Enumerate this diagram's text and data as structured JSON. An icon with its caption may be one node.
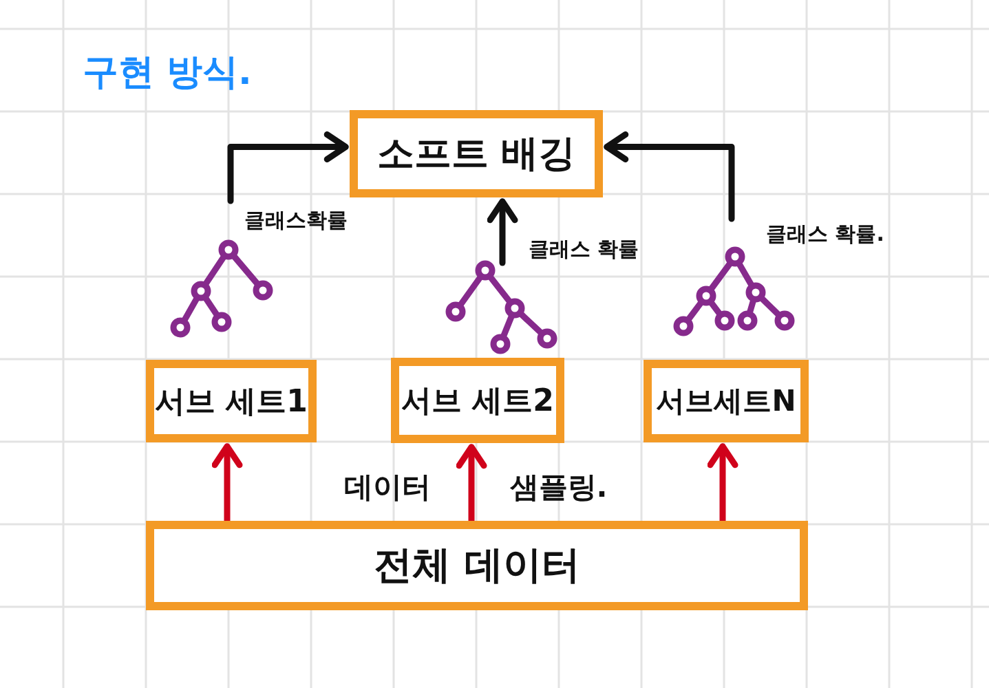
{
  "diagram": {
    "title": "구현 방식.",
    "nodes": [
      {
        "text": [
          "소프트 배깅"
        ]
      },
      {
        "text": [],
        "shape": "tree",
        "beside": [
          "클래스확률"
        ]
      },
      {
        "text": [],
        "shape": "tree",
        "beside": [
          "클래스 확률"
        ]
      },
      {
        "text": [],
        "shape": "tree",
        "beside": [
          "클래스 확률."
        ]
      },
      {
        "text": [
          "서브 세트1"
        ]
      },
      {
        "text": [
          "서브 세트2"
        ]
      },
      {
        "text": [
          "서브세트N"
        ]
      },
      {
        "text": [
          "전체 데이터"
        ]
      }
    ],
    "edges": [
      {
        "from": 1,
        "to": 0,
        "arrow": "to"
      },
      {
        "from": 2,
        "to": 0,
        "arrow": "to"
      },
      {
        "from": 3,
        "to": 0,
        "arrow": "to"
      },
      {
        "from": 7,
        "to": 4,
        "arrow": "to",
        "color": "#d0021b"
      },
      {
        "from": 7,
        "to": 5,
        "arrow": "to",
        "color": "#d0021b"
      },
      {
        "from": 7,
        "to": 6,
        "arrow": "to",
        "color": "#d0021b"
      }
    ],
    "labels": [
      "데이터 샘플링."
    ]
  }
}
